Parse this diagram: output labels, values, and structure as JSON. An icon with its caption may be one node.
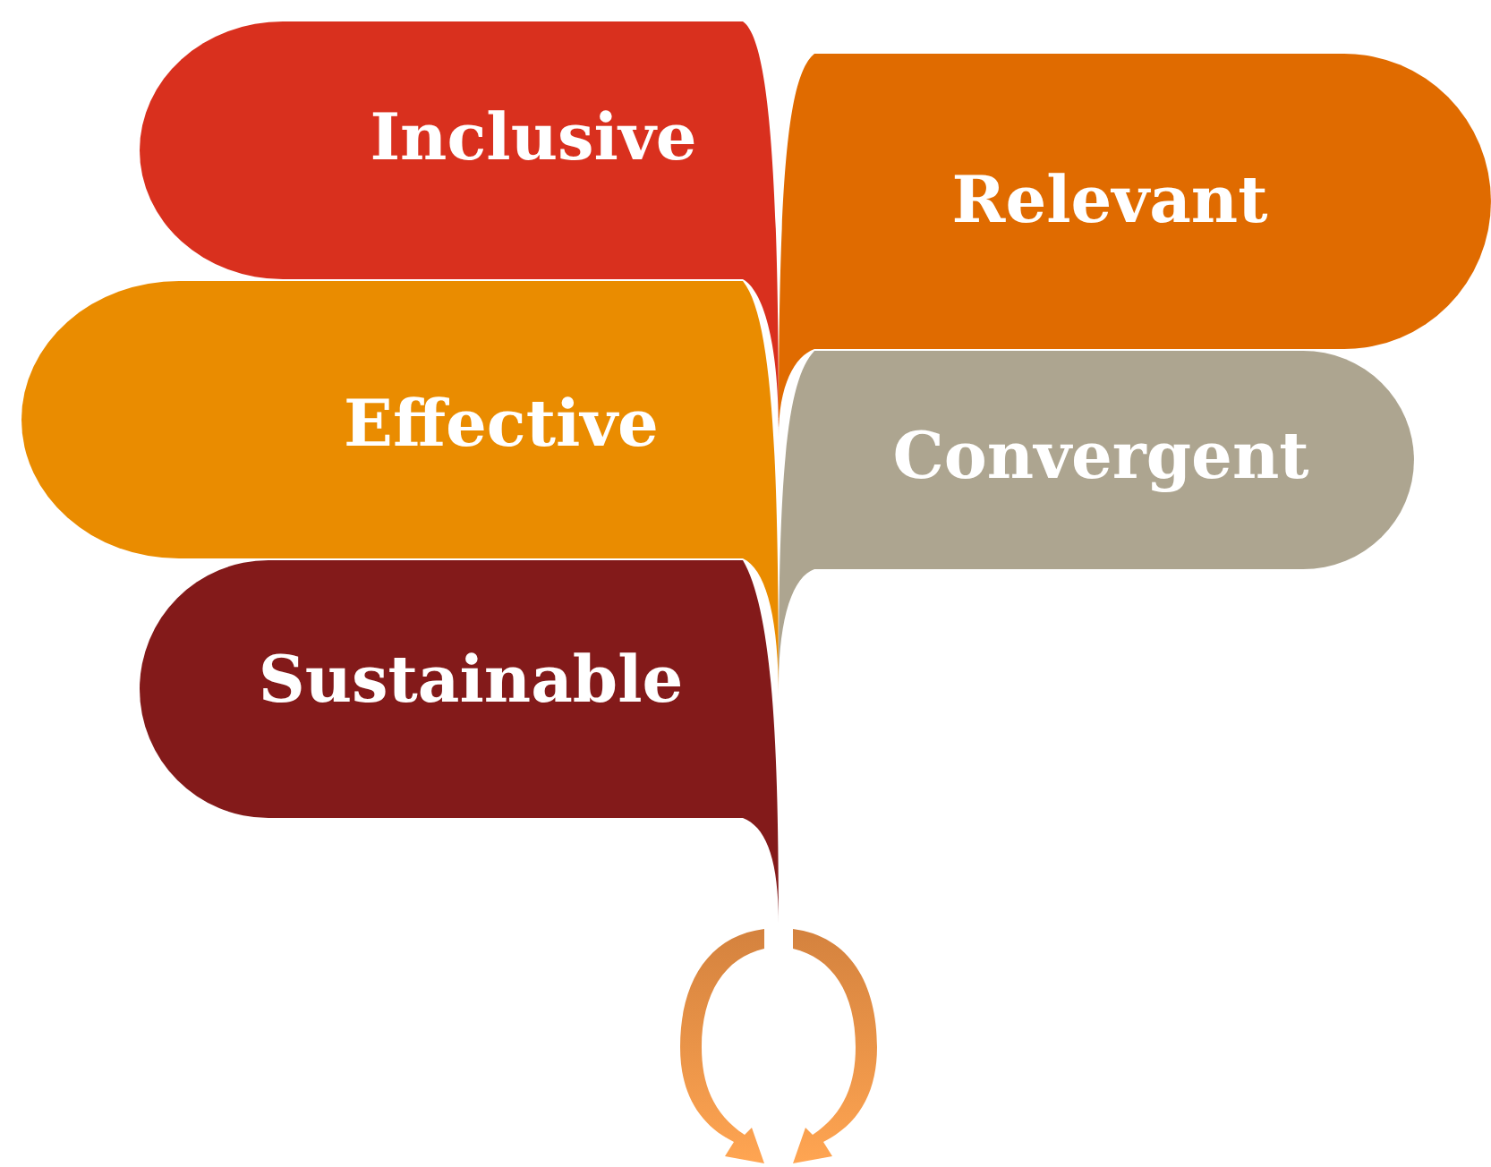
{
  "diagram": {
    "nodes": [
      {
        "text": [
          "Inclusive"
        ]
      },
      {
        "text": [
          "Relevant"
        ]
      },
      {
        "text": [
          "Effective"
        ]
      },
      {
        "text": [
          "Convergent"
        ]
      },
      {
        "text": [
          "Sustainable"
        ]
      }
    ]
  }
}
